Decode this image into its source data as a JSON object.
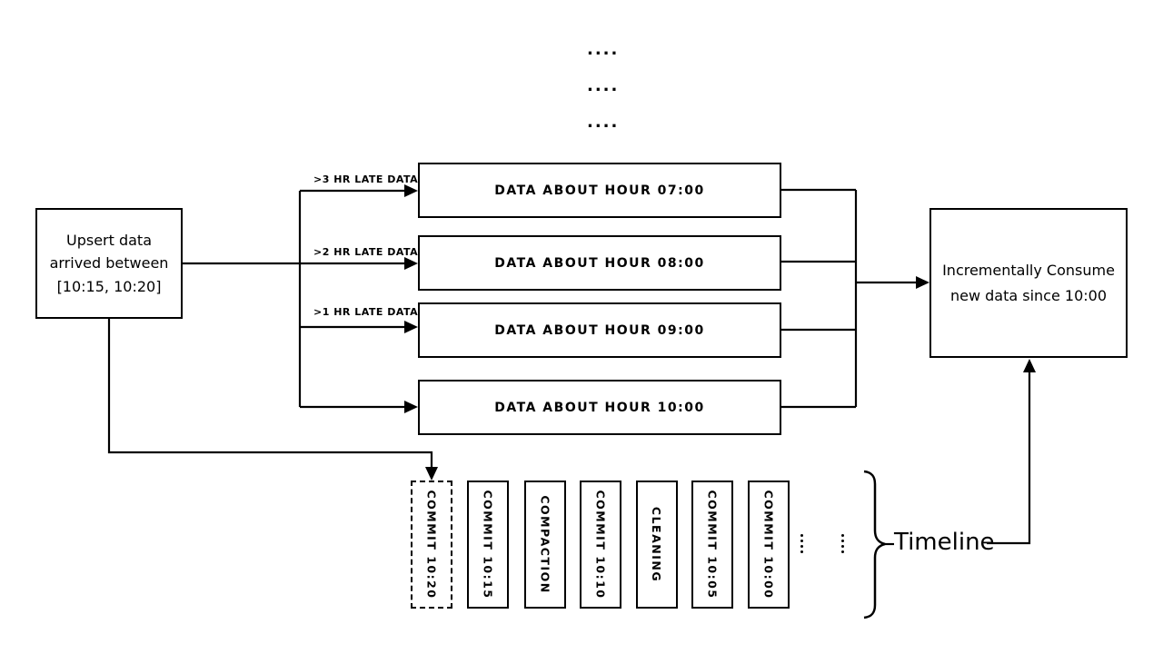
{
  "diagram": {
    "top_ellipsis": {
      "row1": "....",
      "row2": "....",
      "row3": "...."
    },
    "upsert_box": {
      "line1": "Upsert data",
      "line2": "arrived between",
      "line3": "[10:15, 10:20]"
    },
    "late_labels": [
      ">3 HR LATE DATA",
      ">2 HR LATE DATA",
      ">1 HR LATE DATA"
    ],
    "data_boxes": [
      "DATA ABOUT HOUR 07:00",
      "DATA ABOUT HOUR 08:00",
      "DATA ABOUT HOUR 09:00",
      "DATA ABOUT HOUR 10:00"
    ],
    "consume_box": {
      "line1": "Incrementally Consume",
      "line2": "new data since 10:00"
    },
    "timeline": {
      "commits": [
        {
          "label": "COMMIT 10:20",
          "dashed": true
        },
        {
          "label": "COMMIT 10:15",
          "dashed": false
        },
        {
          "label": "COMPACTION",
          "dashed": false
        },
        {
          "label": "COMMIT 10:10",
          "dashed": false
        },
        {
          "label": "CLEANING",
          "dashed": false
        },
        {
          "label": "COMMIT 10:05",
          "dashed": false
        },
        {
          "label": "COMMIT 10:00",
          "dashed": false
        }
      ],
      "label": "Timeline"
    },
    "colors": {
      "stroke": "#000000",
      "background": "#ffffff"
    }
  }
}
